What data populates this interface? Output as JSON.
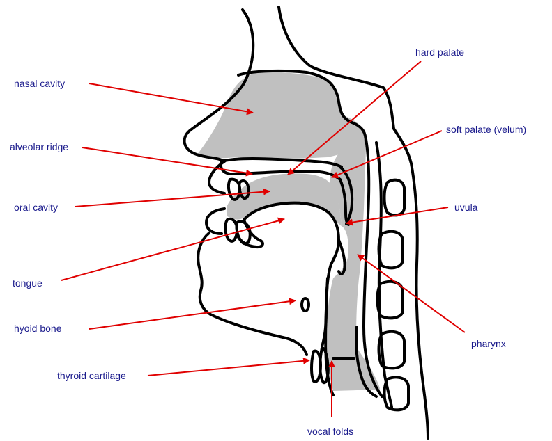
{
  "colors": {
    "label_text": "#1a1a8c",
    "arrow": "#e00000",
    "outline": "#000000",
    "cavity_fill": "#c0c0c0",
    "background": "#ffffff"
  },
  "labels": {
    "nasal_cavity": "nasal cavity",
    "hard_palate": "hard palate",
    "soft_palate": "soft palate (velum)",
    "alveolar_ridge": "alveolar ridge",
    "oral_cavity": "oral cavity",
    "uvula": "uvula",
    "tongue": "tongue",
    "hyoid_bone": "hyoid bone",
    "pharynx": "pharynx",
    "thyroid_cartilage": "thyroid cartilage",
    "vocal_folds": "vocal folds"
  }
}
